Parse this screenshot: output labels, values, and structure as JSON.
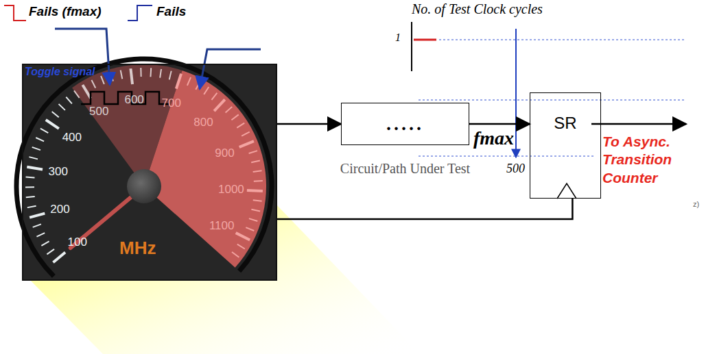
{
  "diagram": {
    "nodes": [
      {
        "text": [
          "Toggle signal",
          "100",
          "200",
          "300",
          "400",
          "500",
          "600",
          "700",
          "800",
          "900",
          "1000",
          "1100",
          "MHz"
        ]
      },
      {
        "text": [
          ".....",
          "Circuit/Path Under Test"
        ]
      },
      {
        "text": [
          "SR"
        ]
      }
    ],
    "edges": [
      {
        "from": 0,
        "to": 1,
        "arrow": "to"
      },
      {
        "from": 1,
        "to": 2,
        "arrow": "to"
      },
      {
        "from": 0,
        "to": 2,
        "arrow": "none"
      }
    ],
    "labels": [
      "Fails (fmax)",
      "Fails",
      "No. of Test Clock cycles",
      "1",
      "fmax",
      "500",
      "To Async. Transition Counter",
      "z)"
    ]
  }
}
